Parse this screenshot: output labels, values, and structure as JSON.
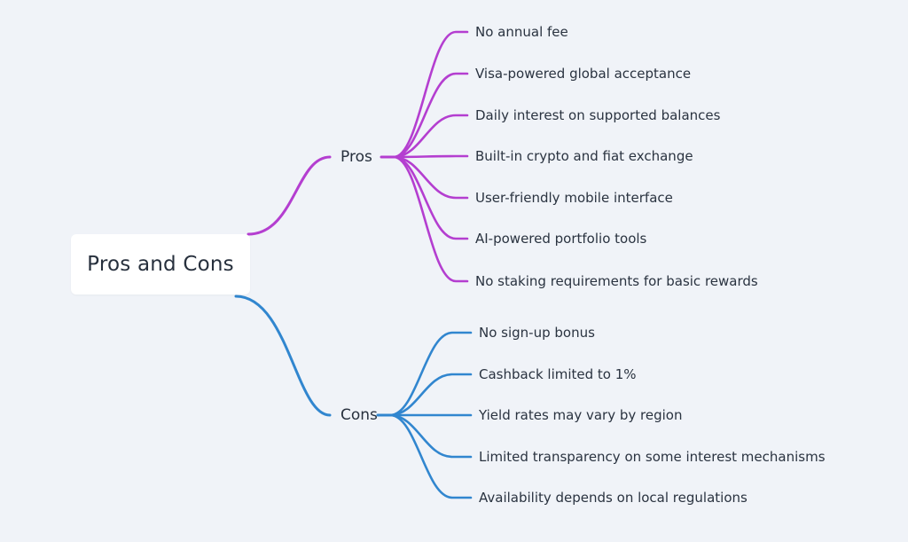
{
  "root": {
    "label": "Pros and Cons"
  },
  "branches": [
    {
      "id": "pros",
      "label": "Pros",
      "color": "#b43ed0",
      "items": [
        "No annual fee",
        "Visa-powered global acceptance",
        "Daily interest on supported balances",
        "Built-in crypto and fiat exchange",
        "User-friendly mobile interface",
        "AI-powered portfolio tools",
        "No staking requirements for basic rewards"
      ]
    },
    {
      "id": "cons",
      "label": "Cons",
      "color": "#3186cf",
      "items": [
        "No sign-up bonus",
        "Cashback limited to 1%",
        "Yield rates may vary by region",
        "Limited transparency on some interest mechanisms",
        "Availability depends on local regulations"
      ]
    }
  ]
}
